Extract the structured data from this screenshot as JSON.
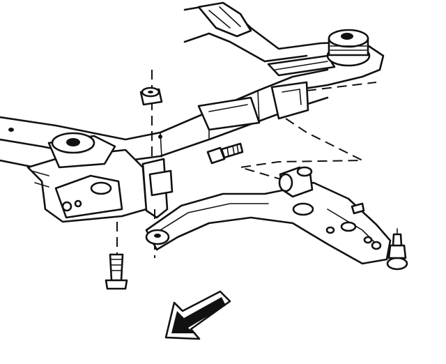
{
  "diagram": {
    "type": "exploded-line-drawing",
    "parts": [
      "crossmember-frame",
      "front-body-mount",
      "rear-body-mount",
      "control-arm-bracket",
      "lower-control-arm",
      "control-arm-bushing",
      "ball-joint",
      "bolt",
      "nut",
      "vertical-bolt",
      "front-direction-arrow"
    ],
    "colors": {
      "ink": "#111111",
      "paper": "#ffffff"
    }
  }
}
